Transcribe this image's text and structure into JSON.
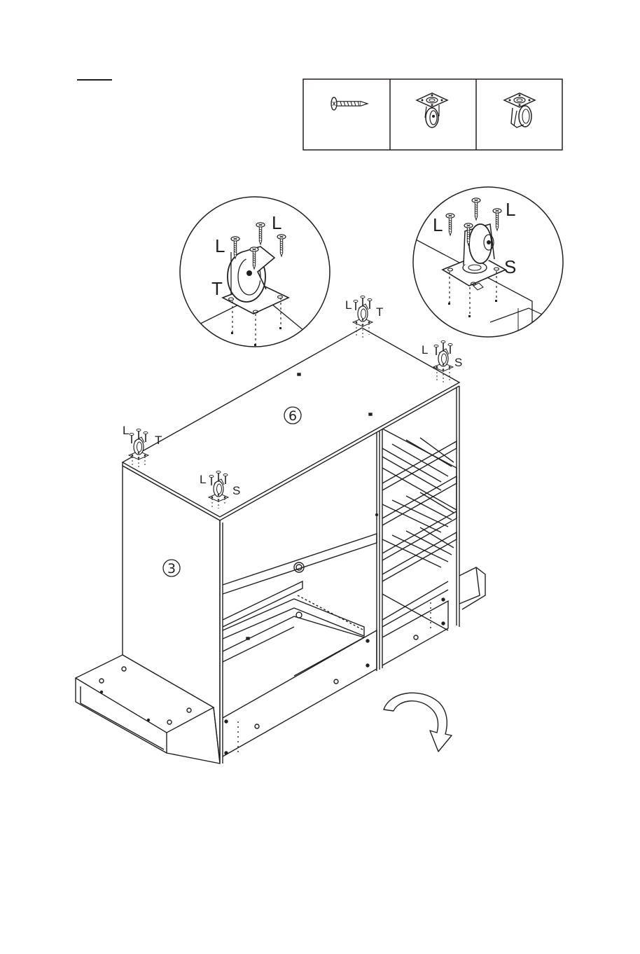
{
  "step": {
    "heading_rule": true
  },
  "parts_table": {
    "cells": [
      {
        "icon": "wood-screw-icon",
        "label": ""
      },
      {
        "icon": "fixed-caster-icon",
        "label": ""
      },
      {
        "icon": "swivel-caster-icon",
        "label": ""
      }
    ]
  },
  "panels": {
    "top_panel_number": "6",
    "side_panel_number": "3"
  },
  "callouts": {
    "detail_left": {
      "screw_label": "L",
      "caster_label": "T"
    },
    "detail_right": {
      "screw_label": "L",
      "caster_label": "S"
    },
    "corner_back_left": {
      "screw_label": "L",
      "caster_label": "T"
    },
    "corner_back_right": {
      "screw_label": "L",
      "caster_label": "S"
    },
    "corner_front_left": {
      "screw_label": "L",
      "caster_label": "T"
    },
    "corner_front_right": {
      "screw_label": "L",
      "caster_label": "S"
    }
  },
  "icons": {
    "flip_arrow": "rotate-arrow-icon"
  },
  "colors": {
    "ink": "#231f20",
    "paper": "#ffffff"
  }
}
